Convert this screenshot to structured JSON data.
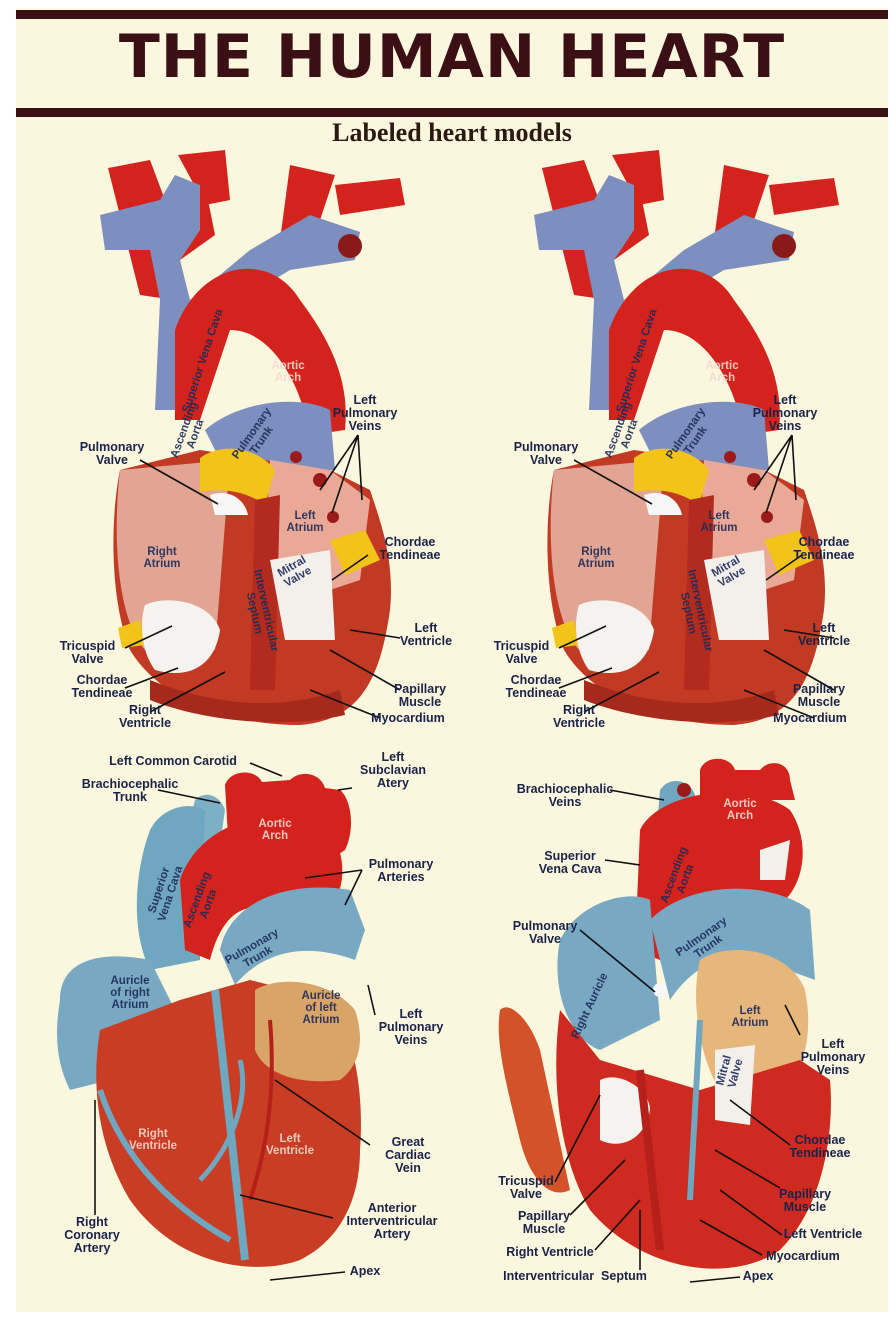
{
  "title": "THE HUMAN HEART",
  "subtitle": "Labeled heart models",
  "colors": {
    "background": "#fbf7df",
    "title": "#3a1014",
    "label_text": "#1a2248",
    "artery_red": "#d3231c",
    "vein_blue": "#7d8fbf",
    "vein_light_blue": "#6fa6c0",
    "muscle": "#c23a23",
    "fat_yellow": "#f2c319"
  },
  "panels": [
    {
      "name": "interior-view-1",
      "labels": {
        "superior_vena_cava": "Superior Vena Cava",
        "aortic_arch": "Aortic\nArch",
        "ascending_aorta": "Ascending\nAorta",
        "pulmonary_trunk": "Pulmonary\nTrunk",
        "left_pulmonary_veins": "Left\nPulmonary\nVeins",
        "pulmonary_valve": "Pulmonary\nValve",
        "left_atrium": "Left\nAtrium",
        "chordae_tendineae_right": "Chordae\nTendineae",
        "right_atrium": "Right\nAtrium",
        "mitral_valve": "Mitral\nValve",
        "interventricular_septum": "Interventricular\nSeptum",
        "left_ventricle": "Left\nVentricle",
        "tricuspid_valve": "Tricuspid\nValve",
        "chordae_tendineae_left": "Chordae\nTendineae",
        "papillary_muscle": "Papillary\nMuscle",
        "right_ventricle": "Right\nVentricle",
        "myocardium": "Myocardium"
      }
    },
    {
      "name": "interior-view-2",
      "labels": {
        "superior_vena_cava": "Superior Vena Cava",
        "aortic_arch": "Aortic\nArch",
        "ascending_aorta": "Ascending\nAorta",
        "pulmonary_trunk": "Pulmonary\nTrunk",
        "left_pulmonary_veins": "Left\nPulmonary\nVeins",
        "pulmonary_valve": "Pulmonary\nValve",
        "left_atrium": "Left\nAtrium",
        "chordae_tendineae_right": "Chordae\nTendineae",
        "right_atrium": "Right\nAtrium",
        "mitral_valve": "Mitral\nValve",
        "interventricular_septum": "Interventricular\nSeptum",
        "left_ventricle": "Left\nVentricle",
        "tricuspid_valve": "Tricuspid\nValve",
        "chordae_tendineae_left": "Chordae\nTendineae",
        "papillary_muscle": "Papillary\nMuscle",
        "right_ventricle": "Right\nVentricle",
        "myocardium": "Myocardium"
      }
    },
    {
      "name": "external-view",
      "labels": {
        "left_common_carotid": "Left Common Carotid",
        "left_subclavian_artery": "Left\nSubclavian\nAtery",
        "brachiocephalic_trunk": "Brachiocephalic\nTrunk",
        "superior_vena_cava": "Superior\nVena Cava",
        "aortic_arch": "Aortic\nArch",
        "ascending_aorta": "Ascending\nAorta",
        "pulmonary_arteries": "Pulmonary\nArteries",
        "pulmonary_trunk": "Pulmonary\nTrunk",
        "auricle_right_atrium": "Auricle\nof right\nAtrium",
        "auricle_left_atrium": "Auricle\nof left\nAtrium",
        "left_pulmonary_veins": "Left\nPulmonary\nVeins",
        "right_ventricle": "Right\nVentricle",
        "left_ventricle": "Left\nVentricle",
        "great_cardiac_vein": "Great\nCardiac\nVein",
        "right_coronary_artery": "Right\nCoronary\nArtery",
        "anterior_interventricular_artery": "Anterior\nInterventricular\nArtery",
        "apex": "Apex"
      }
    },
    {
      "name": "cutaway-view",
      "labels": {
        "brachiocephalic_veins": "Brachiocephalic\nVeins",
        "aortic_arch": "Aortic\nArch",
        "superior_vena_cava": "Superior\nVena Cava",
        "ascending_aorta": "Ascending\nAorta",
        "pulmonary_valve": "Pulmonary\nValve",
        "pulmonary_trunk": "Pulmonary\nTrunk",
        "right_auricle": "Right Auricle",
        "left_atrium": "Left\nAtrium",
        "left_pulmonary_veins": "Left\nPulmonary\nVeins",
        "mitral_valve": "Mitral\nValve",
        "chordae_tendineae": "Chordae\nTendineae",
        "tricuspid_valve": "Tricuspid\nValve",
        "papillary_muscle_left": "Papillary\nMuscle",
        "papillary_muscle_right": "Papillary\nMuscle",
        "left_ventricle": "Left Ventricle",
        "right_ventricle": "Right Ventricle",
        "myocardium": "Myocardium",
        "interventricular_septum": "Interventricular  Septum",
        "apex": "Apex"
      }
    }
  ]
}
